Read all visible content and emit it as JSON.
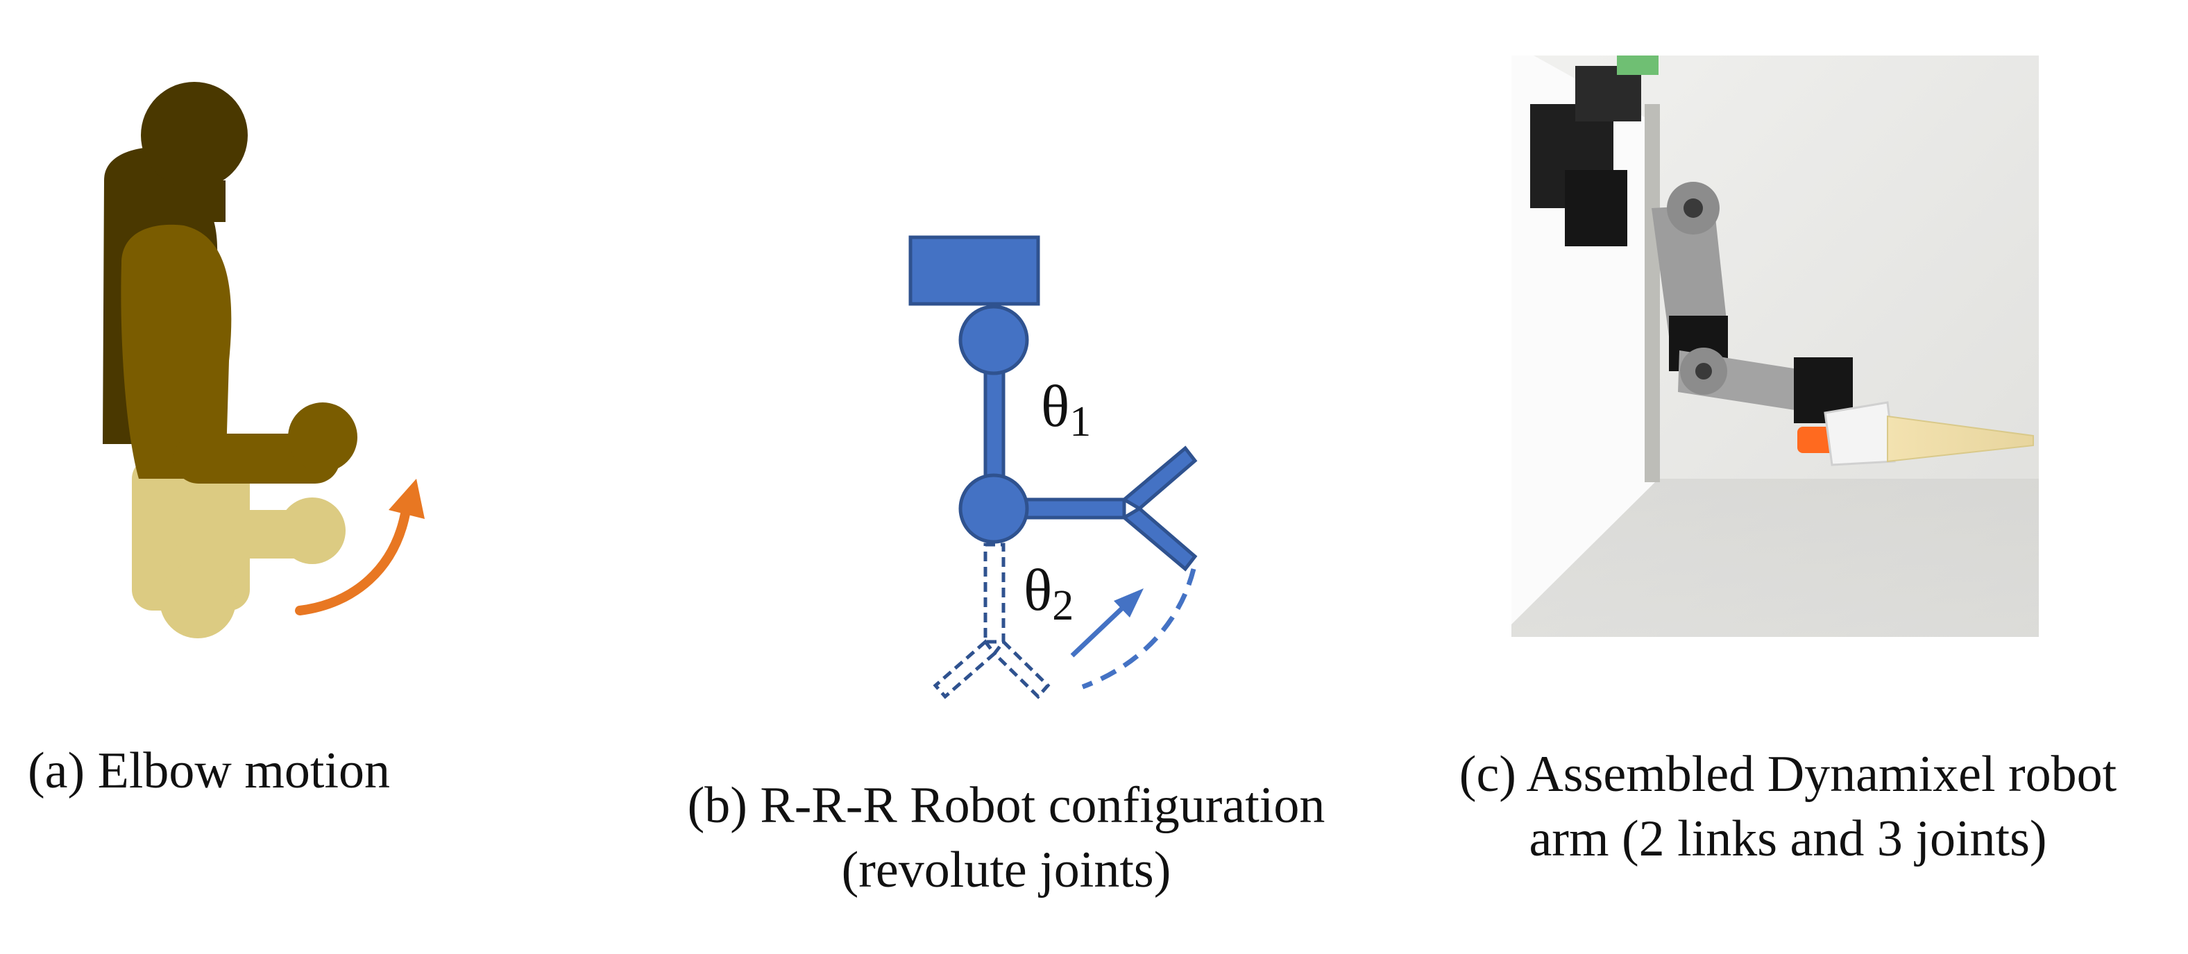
{
  "panels": {
    "a": {
      "caption_marker": "(a)",
      "caption_text": "Elbow motion"
    },
    "b": {
      "caption_line1": "(b) R-R-R Robot configuration",
      "caption_line2": "(revolute joints)",
      "theta1_symbol": "θ",
      "theta1_sub": "1",
      "theta2_symbol": "θ",
      "theta2_sub": "2"
    },
    "c": {
      "caption_line1": "(c) Assembled Dynamixel robot",
      "caption_line2": "arm (2 links and 3 joints)"
    }
  },
  "colors": {
    "body_dark": "#4a3800",
    "body_mid": "#7a5c00",
    "arm_ghost": "#dccb82",
    "arrow_orange": "#e87722",
    "robot_blue": "#4472c4",
    "robot_outline": "#2f528f",
    "photo_wall": "#e9e9e6"
  },
  "icons": {
    "human_figure": "human-silhouette-icon",
    "robot_schematic": "robot-arm-schematic-icon",
    "robot_photo": "robot-arm-photo"
  }
}
